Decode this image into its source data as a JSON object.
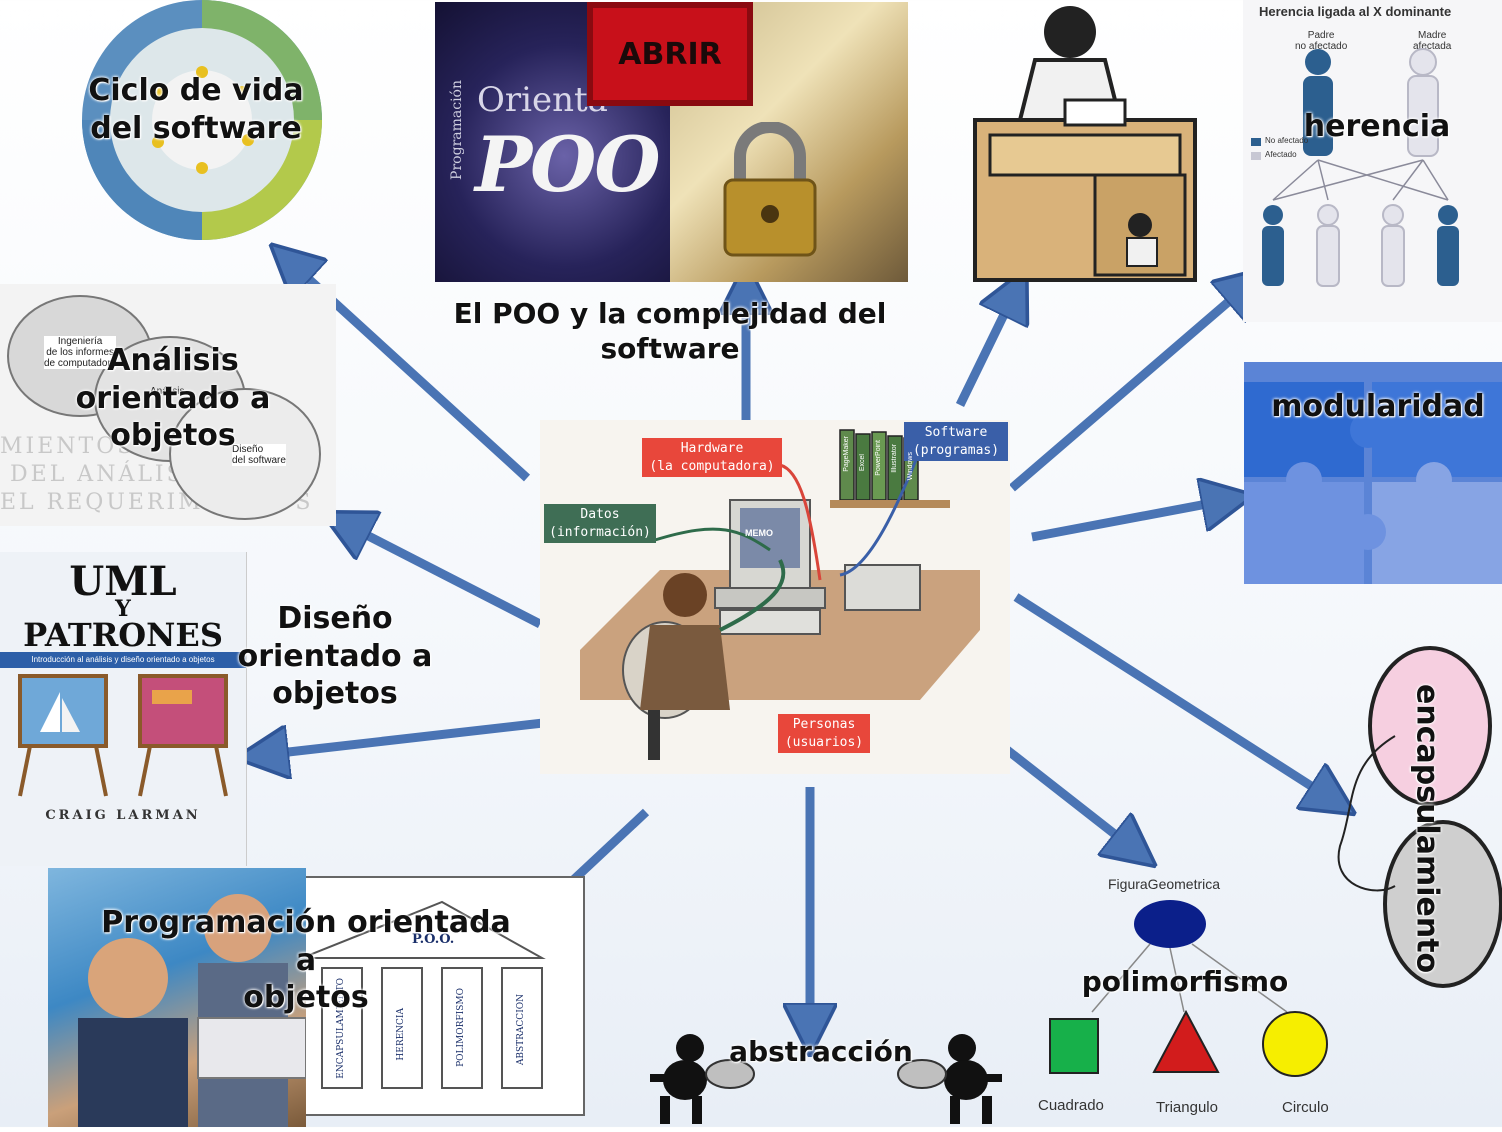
{
  "center": {
    "hardware_label": "Hardware\n(la computadora)",
    "software_label": "Software\n(programas)",
    "datos_label": "Datos\n(información)",
    "personas_label": "Personas\n(usuarios)",
    "memo": "MEMO",
    "book_titles": [
      "PageMaker",
      "Excel",
      "PowerPoint",
      "Illustrator",
      "Windows"
    ]
  },
  "nodes": {
    "ciclo": "Ciclo de vida\ndel software",
    "poo_complejidad": "El POO y la complejidad del\nsoftware",
    "analisis": "Análisis\norientado a\nobjetos",
    "diseno": "Diseño\norientado a\nobjetos",
    "programacion": "Programación orientada a\nobjetos",
    "abstraccion": "abstracción",
    "polimorfismo": "polimorfismo",
    "encapsulamiento": "encapsulamiento",
    "modularidad": "modularidad",
    "herencia": "herencia"
  },
  "poo_image": {
    "abrir": "ABRIR",
    "poo": "POO",
    "orienta": "Orienta",
    "programacion": "Programación"
  },
  "uml_book": {
    "title1": "UML",
    "title2": "Y",
    "title3": "PATRONES",
    "subtitle": "Introducción al análisis y diseño orientado a objetos",
    "author": "CRAIG LARMAN"
  },
  "analisis_image": {
    "ingenieria": "Ingeniería\nde los informes\nde computadora",
    "analisis": "Análisis",
    "diseno": "Diseño\ndel software",
    "bg1": "MIENTOS",
    "bg2": "DEL ANÁLISIS",
    "bg3": "EL REQUERIMIENTOS"
  },
  "herencia_image": {
    "title": "Herencia ligada al X dominante",
    "padre": "Padre\nno afectado",
    "madre": "Madre\nafectada",
    "legend1": "No afectado",
    "legend2": "Afectado"
  },
  "pillars": {
    "roof": "P.O.O.",
    "cols": [
      "ENCAPSULAMIENTO",
      "HERENCIA",
      "POLIMORFISMO",
      "ABSTRACCION"
    ]
  },
  "poly": {
    "root": "FiguraGeometrica",
    "shapes": [
      "Cuadrado",
      "Triangulo",
      "Circulo"
    ]
  },
  "colors": {
    "arrow": "#4a74b4",
    "arrow_edge": "#2f5597",
    "tag_red": "#e8473b",
    "tag_blue": "#3a5fa8",
    "tag_green": "#3f6e55"
  }
}
